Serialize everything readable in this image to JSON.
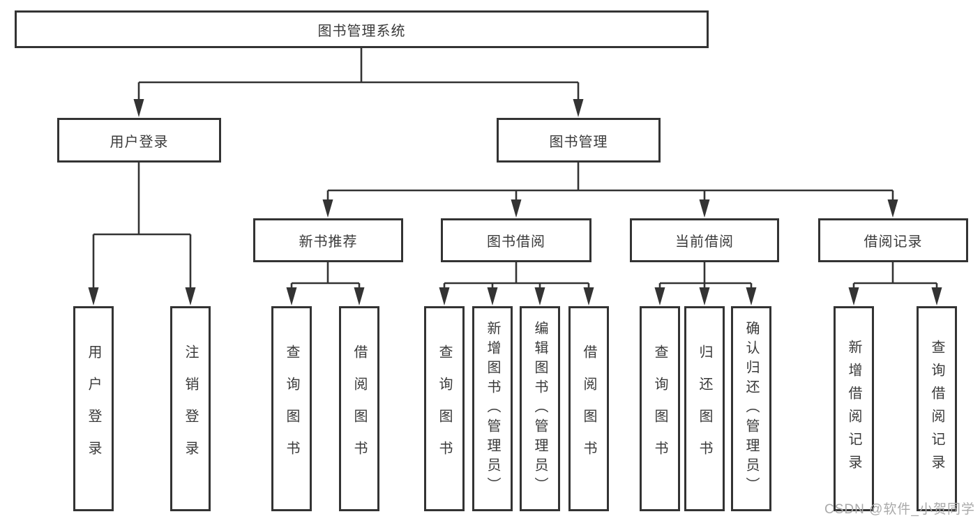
{
  "diagram": {
    "root": {
      "label": "图书管理系统"
    },
    "branches": [
      {
        "label": "用户登录",
        "children": [
          {
            "label": "用户登录"
          },
          {
            "label": "注销登录"
          }
        ]
      },
      {
        "label": "图书管理",
        "children": [
          {
            "label": "新书推荐",
            "children": [
              {
                "label": "查询图书"
              },
              {
                "label": "借阅图书"
              }
            ]
          },
          {
            "label": "图书借阅",
            "children": [
              {
                "label": "查询图书"
              },
              {
                "label": "新增图书（管理员）"
              },
              {
                "label": "编辑图书（管理员）"
              },
              {
                "label": "借阅图书"
              }
            ]
          },
          {
            "label": "当前借阅",
            "children": [
              {
                "label": "查询图书"
              },
              {
                "label": "归还图书"
              },
              {
                "label": "确认归还（管理员）"
              }
            ]
          },
          {
            "label": "借阅记录",
            "children": [
              {
                "label": "新增借阅记录"
              },
              {
                "label": "查询借阅记录"
              }
            ]
          }
        ]
      }
    ]
  },
  "watermark": {
    "text": "CSDN @软件_小贺同学"
  },
  "colors": {
    "line": "#333333",
    "box_border": "#333333",
    "text": "#3a3a3a",
    "watermark": "#a9a9a9",
    "background": "#ffffff"
  }
}
